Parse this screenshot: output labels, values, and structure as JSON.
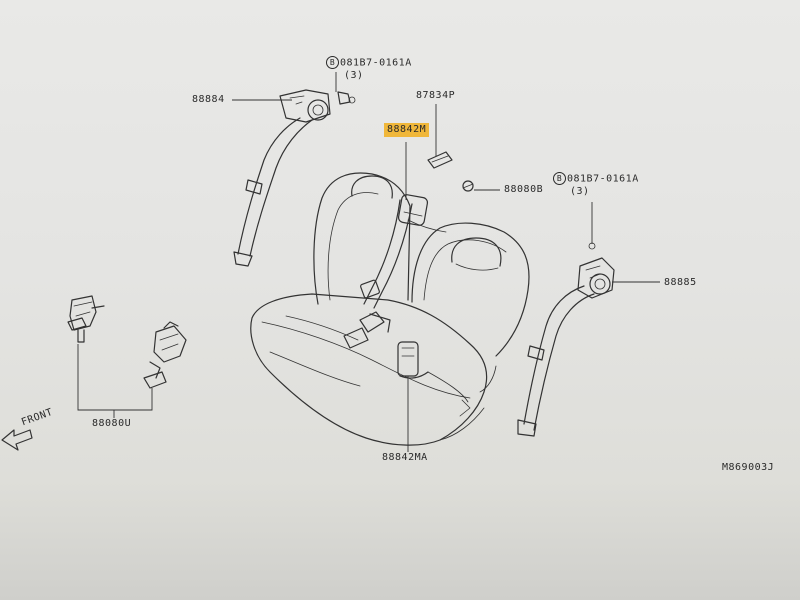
{
  "labels": {
    "bolt_left": "081B7-0161A",
    "bolt_left_qty": "(3)",
    "bolt_right": "081B7-0161A",
    "bolt_right_qty": "(3)",
    "belt_rh": "88884",
    "belt_lh": "88885",
    "clip": "87834P",
    "center_belt": "88842M",
    "cap": "88080B",
    "buckle_set": "88080U",
    "center_buckle": "88842MA",
    "front": "FRONT",
    "diagram_id": "M869003J"
  },
  "colors": {
    "highlight": "#f0b73a",
    "line": "#333333"
  }
}
